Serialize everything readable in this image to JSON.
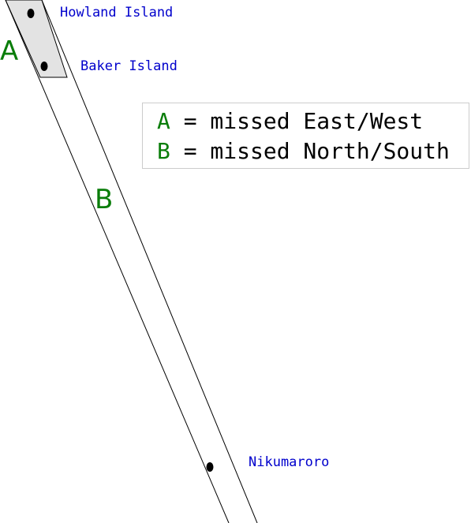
{
  "colors": {
    "label_blue": "#0000cc",
    "letter_green": "#0a7d0a",
    "shaded_region": "#e3e3e3",
    "line": "#000000"
  },
  "places": [
    {
      "name": "Howland Island"
    },
    {
      "name": "Baker Island"
    },
    {
      "name": "Nikumaroro"
    }
  ],
  "region_labels": {
    "a": "A",
    "b": "B"
  },
  "legend": {
    "rows": [
      {
        "key": "A",
        "text": " = missed East/West"
      },
      {
        "key": "B",
        "text": " = missed North/South"
      }
    ]
  }
}
